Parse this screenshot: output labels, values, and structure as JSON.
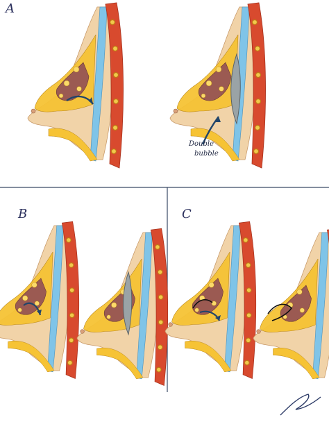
{
  "panels": [
    {
      "id": "A",
      "label": "A"
    },
    {
      "id": "B",
      "label": "B"
    },
    {
      "id": "C",
      "label": "C"
    }
  ],
  "annotation": {
    "line1": "Double",
    "line2": "bubble"
  },
  "colors": {
    "background": "#ffffff",
    "divider": "#3a4a66",
    "muscle": "#d84a2e",
    "muscle_dark": "#a8321e",
    "rib_fill": "#f2c94c",
    "rib_ring": "#c07a16",
    "fascia": "#7fc4e8",
    "skin": "#f1d3a8",
    "fat": "#f6c335",
    "gland": "#9b5a52",
    "implant": "#9aa3a6",
    "arrow": "#22456a"
  }
}
